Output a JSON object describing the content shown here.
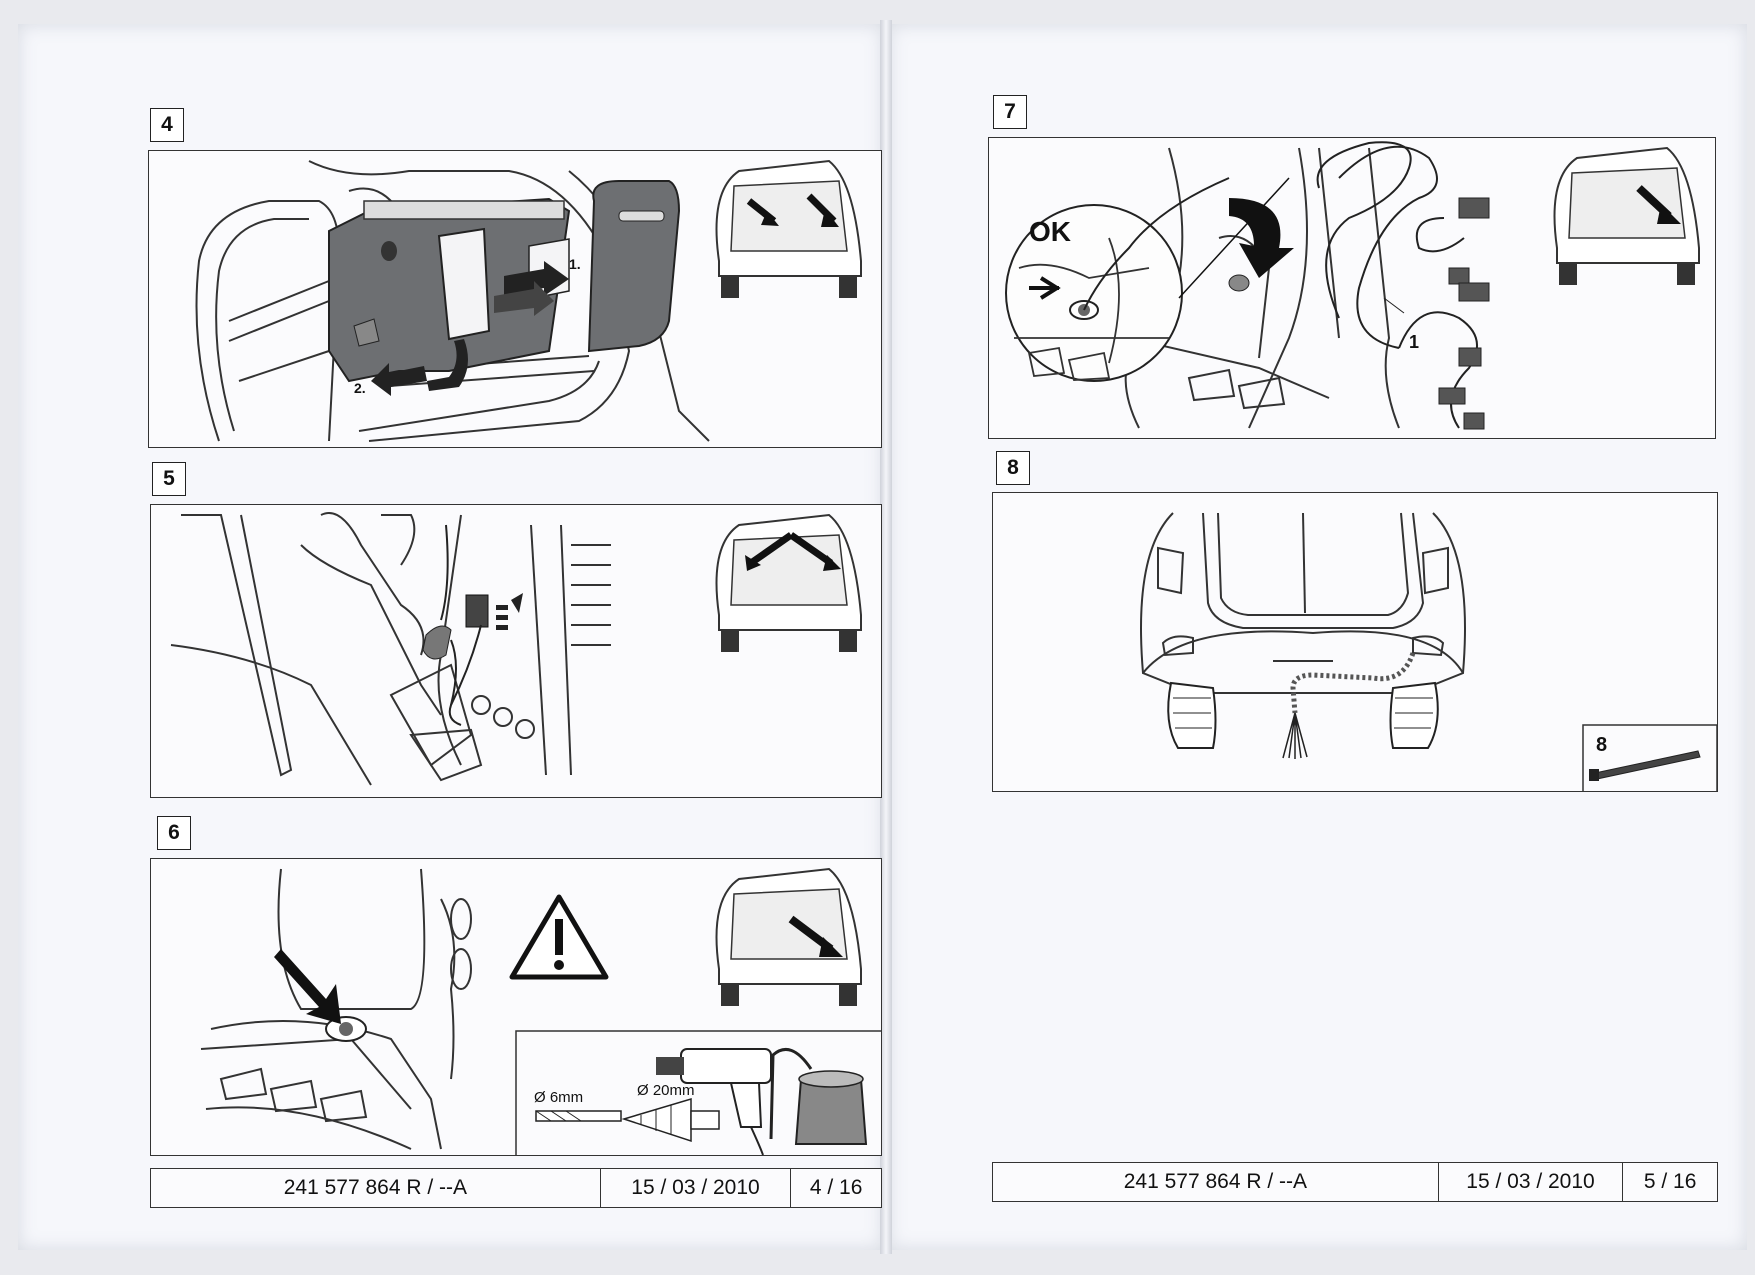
{
  "steps": {
    "s4": {
      "number": "4",
      "arrow1": "1.",
      "arrow2": "2."
    },
    "s5": {
      "number": "5"
    },
    "s6": {
      "number": "6",
      "drill_small": "Ø  6mm",
      "drill_large": "Ø 20mm"
    },
    "s7": {
      "number": "7",
      "ok": "OK",
      "callout": "1"
    },
    "s8": {
      "number": "8",
      "inset_number": "8"
    }
  },
  "footer_left": {
    "ref": "241 577 864 R / --A",
    "date": "15 / 03 / 2010",
    "page": "4 / 16"
  },
  "footer_right": {
    "ref": "241 577 864 R / --A",
    "date": "15 / 03 / 2010",
    "page": "5 / 16"
  },
  "icons": [
    "warning-triangle-icon",
    "drill-bit-icon",
    "step-drill-icon",
    "power-drill-icon",
    "vacuum-cleaner-icon",
    "cable-tie-icon"
  ]
}
